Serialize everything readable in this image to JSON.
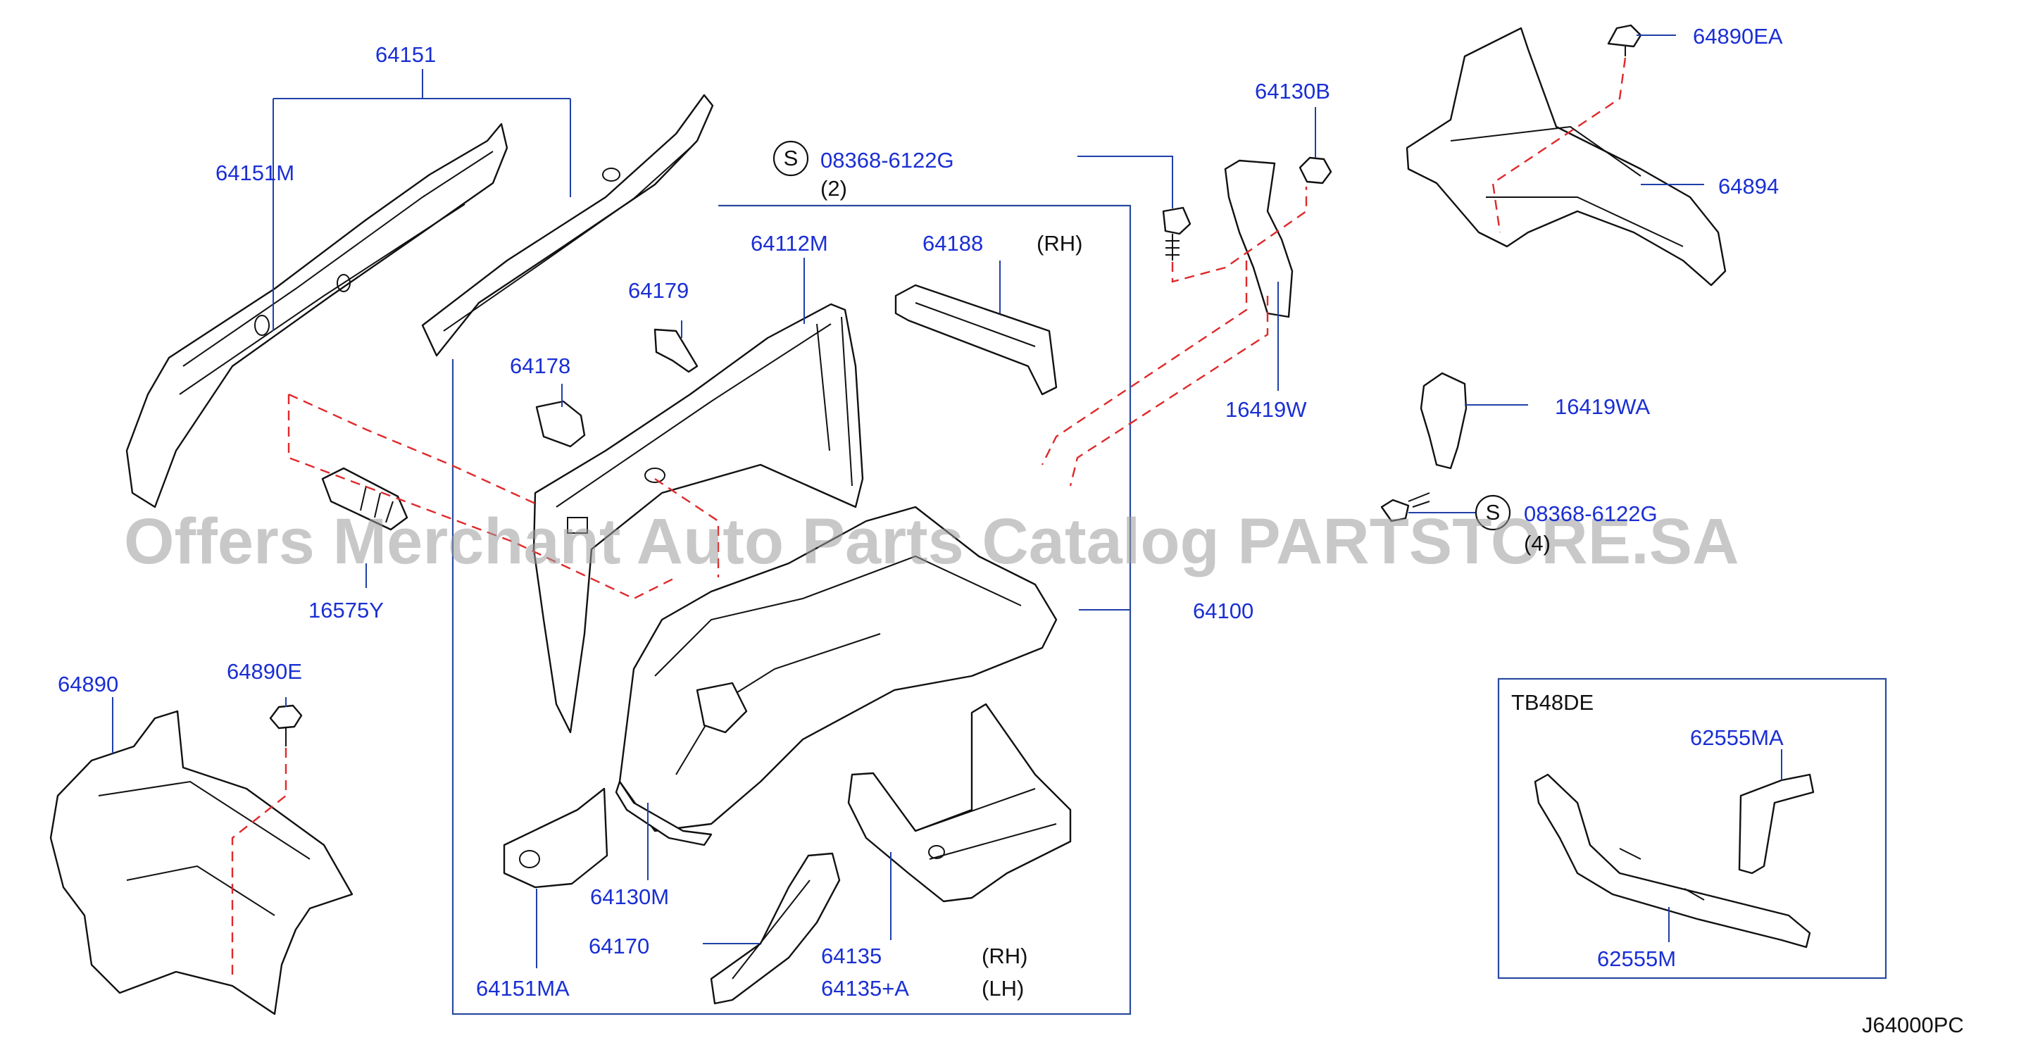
{
  "diagram": {
    "code": "J64000PC",
    "watermark": "Offers Merchant Auto Parts Catalog PARTSTORE.SA",
    "inset_title": "TB48DE",
    "screw_symbol": "S",
    "labels": {
      "p64151": "64151",
      "p64151M": "64151M",
      "p16575Y": "16575Y",
      "p08368_top": "08368-6122G",
      "qty2": "(2)",
      "p64112M": "64112M",
      "p64188": "64188",
      "rh1": "(RH)",
      "p64179": "64179",
      "p64178": "64178",
      "p64130B": "64130B",
      "p16419W": "16419W",
      "p64890EA": "64890EA",
      "p64894": "64894",
      "p16419WA": "16419WA",
      "p08368_mid": "08368-6122G",
      "qty4": "(4)",
      "p64100": "64100",
      "p64890": "64890",
      "p64890E": "64890E",
      "p64130M": "64130M",
      "p64170": "64170",
      "p64151MA": "64151MA",
      "p64135": "64135",
      "p64135A": "64135+A",
      "rh2": "(RH)",
      "lh": "(LH)",
      "p62555MA": "62555MA",
      "p62555M": "62555M"
    }
  }
}
